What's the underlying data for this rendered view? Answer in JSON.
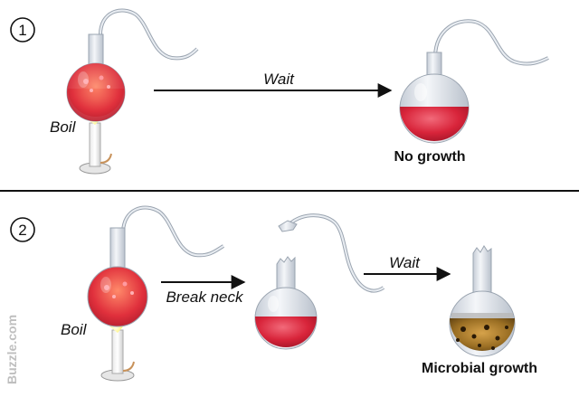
{
  "panel1": {
    "step_number": "1",
    "boil_label": "Boil",
    "arrow_label": "Wait",
    "result_label": "No growth"
  },
  "panel2": {
    "step_number": "2",
    "boil_label": "Boil",
    "arrow1_label": "Break neck",
    "arrow2_label": "Wait",
    "result_label": "Microbial growth"
  },
  "watermark": "Buzzle.com",
  "colors": {
    "broth_red": "#d8243a",
    "flame_yellow": "#ffd21a",
    "glass": "#dfe6ee",
    "growth_brown": "#8a6520",
    "divider": "#111111"
  },
  "icons": [
    "swan-neck-flask-icon",
    "bunsen-burner-icon",
    "flame-icon",
    "broken-neck-flask-icon",
    "neck-fragment-icon"
  ]
}
